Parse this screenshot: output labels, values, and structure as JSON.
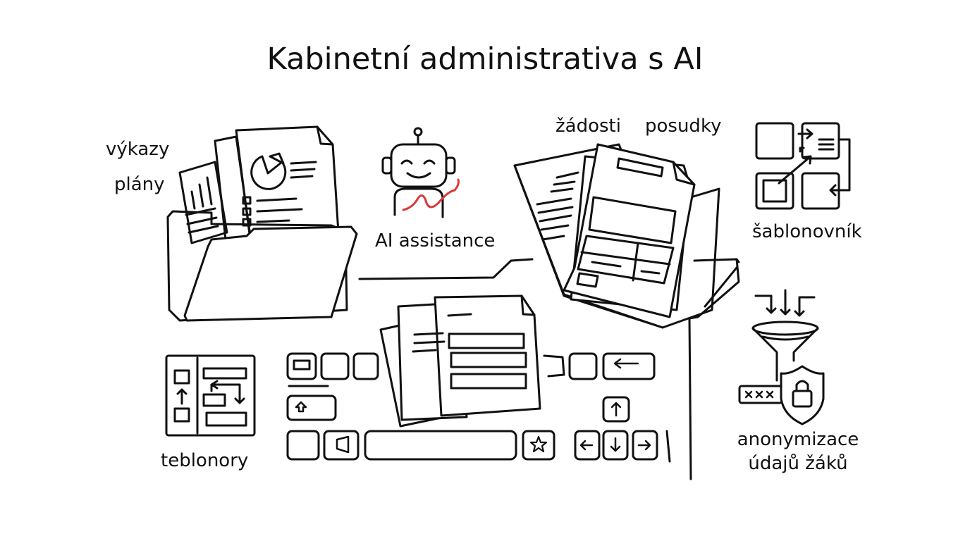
{
  "title": "Kabinetní administrativa s AI",
  "labels": {
    "vykazy": "výkazy",
    "plany": "plány",
    "ai_assistance": "AI assistance",
    "zadosti": "žádosti",
    "posudky": "posudky",
    "sablonovnik": "šablonovník",
    "teblonory": "teblonory",
    "anonymizace_line1": "anonymizace",
    "anonymizace_line2": "údajů žáků"
  },
  "colors": {
    "ink": "#111111",
    "accent_red": "#d63a3a",
    "background": "#ffffff"
  },
  "icons": [
    "folder-icon",
    "robot-icon",
    "document-stack-icon",
    "template-flow-icon",
    "layout-template-icon",
    "keyboard-icon",
    "funnel-icon",
    "shield-lock-icon",
    "masked-data-icon"
  ]
}
